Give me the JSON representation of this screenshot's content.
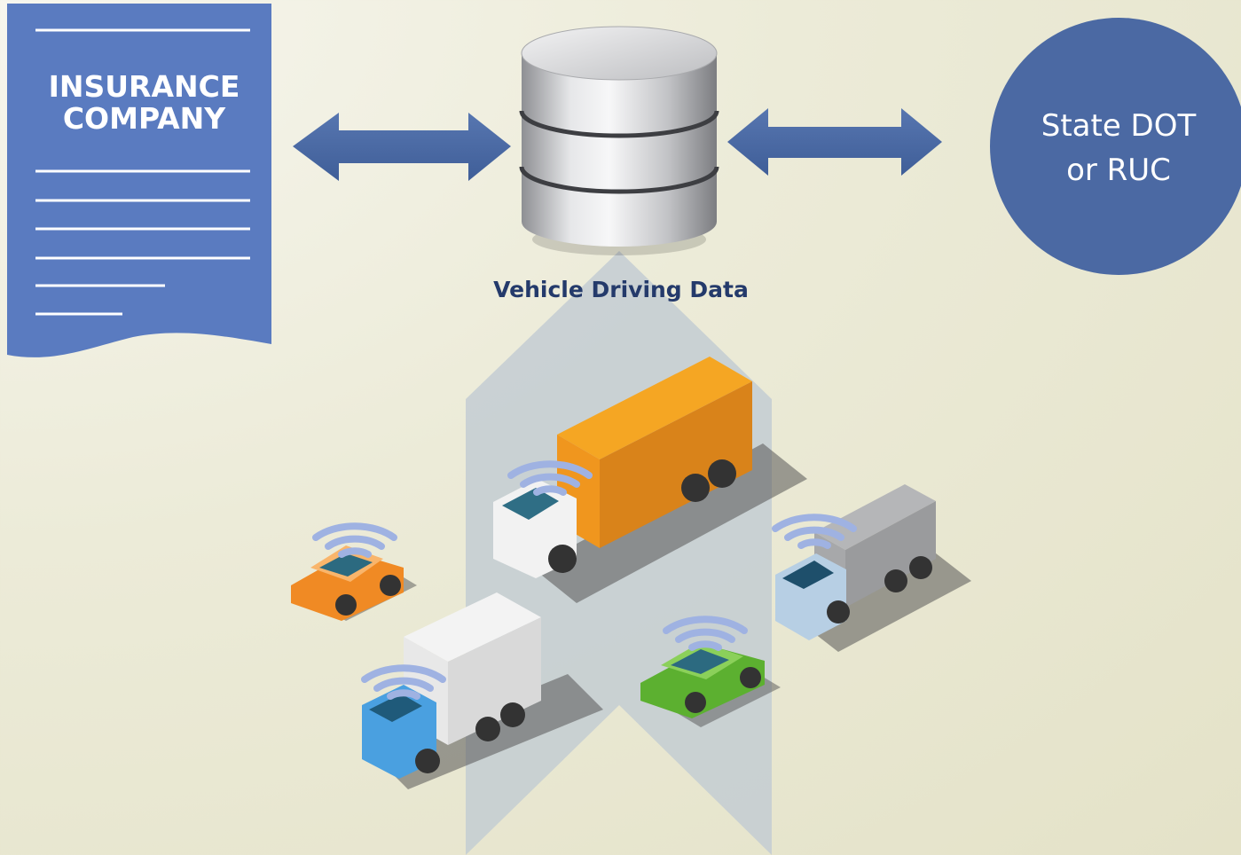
{
  "insurance": {
    "line1": "INSURANCE",
    "line2": "COMPANY",
    "icon": "insurance-document-icon"
  },
  "database": {
    "label": "Vehicle Driving Data",
    "icon": "database-cylinder-icon"
  },
  "state": {
    "line1": "State DOT",
    "line2": "or RUC"
  },
  "colors": {
    "accent_blue": "#4b69a3",
    "label_navy": "#243a6b",
    "background": "#ecebd8"
  },
  "vehicles": [
    {
      "name": "orange-truck",
      "icon": "box-truck-icon",
      "color": "#f3a020"
    },
    {
      "name": "orange-car",
      "icon": "car-icon",
      "color": "#f39a2a"
    },
    {
      "name": "white-truck",
      "icon": "box-truck-icon",
      "color": "#eeeeee"
    },
    {
      "name": "green-car",
      "icon": "car-icon",
      "color": "#5cb030"
    },
    {
      "name": "gray-truck",
      "icon": "box-truck-icon",
      "color": "#a9aaac"
    }
  ]
}
